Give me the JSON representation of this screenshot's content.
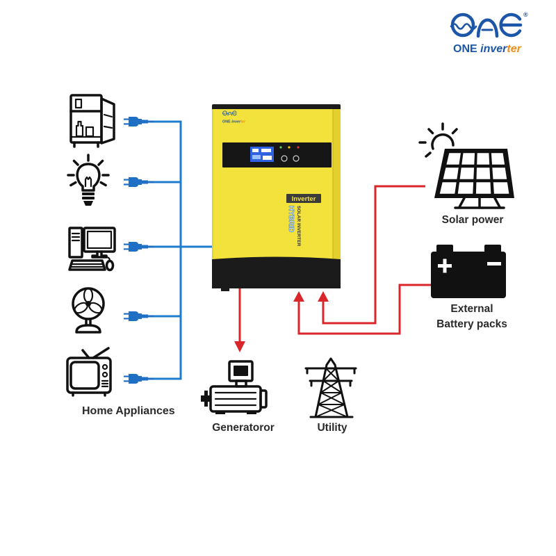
{
  "logo": {
    "brand_part1": "ONE",
    "brand_part2": "inver",
    "brand_part3": "ter",
    "registered_mark": "®",
    "icon": "one-inverter-logo-mark"
  },
  "inverter_unit": {
    "tag_label": "Inverter",
    "vertical_title": "HYBRID",
    "vertical_subtitle": "SOLAR INVERTER",
    "icon": "hybrid-solar-inverter"
  },
  "home_appliances": {
    "label": "Home Appliances",
    "items": [
      {
        "icon": "fridge-icon"
      },
      {
        "icon": "light-bulb-icon"
      },
      {
        "icon": "computer-icon"
      },
      {
        "icon": "fan-icon"
      },
      {
        "icon": "tv-icon"
      }
    ],
    "connector_icon": "plug-icon"
  },
  "generator": {
    "label": "Generatoror",
    "icon": "generator-icon"
  },
  "utility": {
    "label": "Utility",
    "icon": "transmission-tower-icon"
  },
  "solar": {
    "label": "Solar power",
    "icons": [
      "sun-icon",
      "solar-panel-icon"
    ]
  },
  "battery": {
    "label_line1": "External",
    "label_line2": "Battery packs",
    "icon": "battery-icon"
  },
  "colors": {
    "ac_line": "#1f7bcc",
    "plug": "#1f6fc4",
    "dc_line": "#d9262b",
    "inverter_yellow": "#f3e23b",
    "inverter_side": "#e3d02f",
    "inverter_black": "#1b1b1b",
    "lcd_blue": "#2f62e0",
    "brand_blue": "#1c56a8",
    "brand_orange": "#f08c1a"
  }
}
